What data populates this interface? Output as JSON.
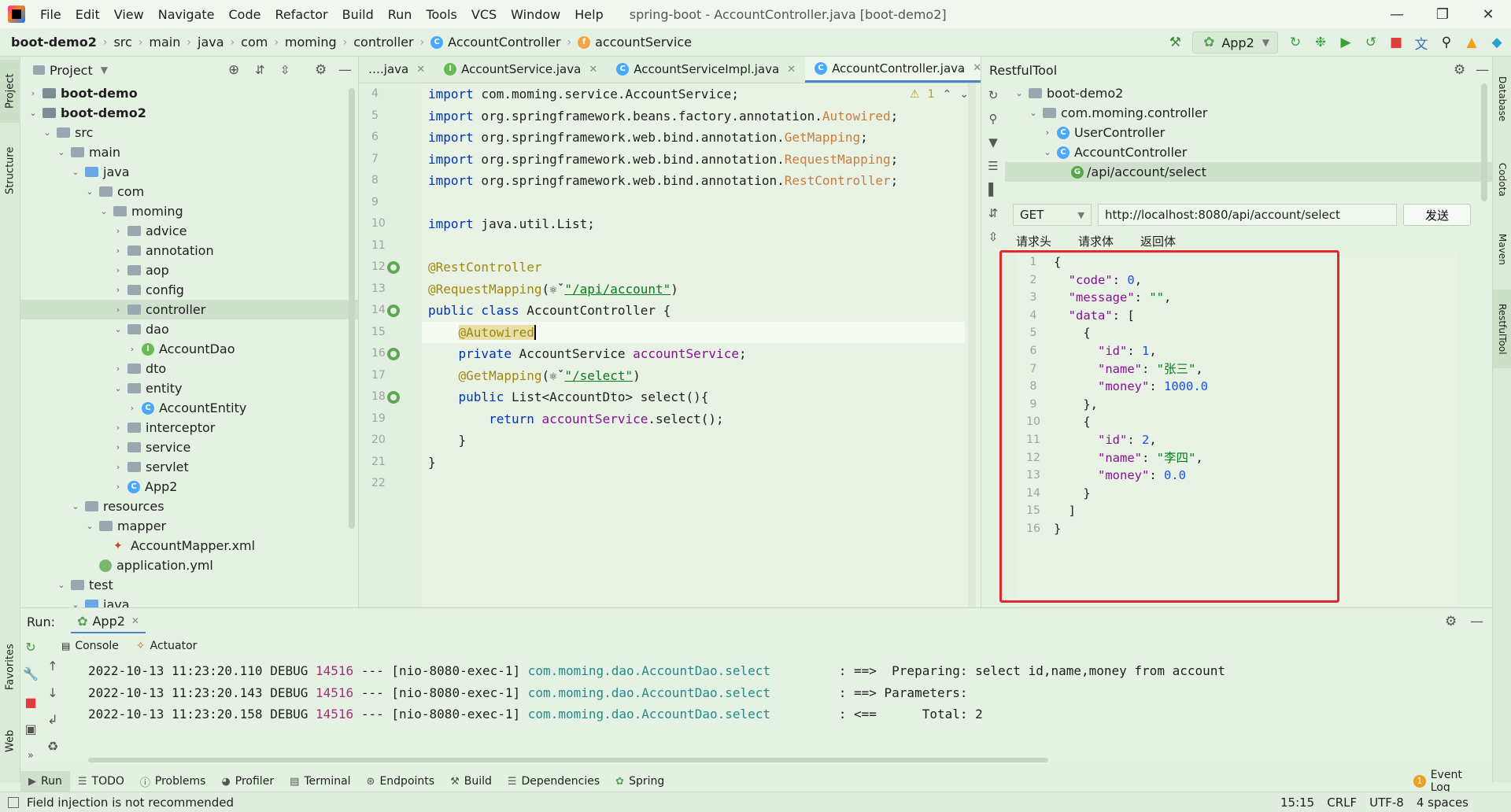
{
  "menubar": {
    "items": [
      "File",
      "Edit",
      "View",
      "Navigate",
      "Code",
      "Refactor",
      "Build",
      "Run",
      "Tools",
      "VCS",
      "Window",
      "Help"
    ],
    "title": "spring-boot - AccountController.java [boot-demo2]"
  },
  "breadcrumbs": [
    "boot-demo2",
    "src",
    "main",
    "java",
    "com",
    "moming",
    "controller",
    "AccountController",
    "accountService"
  ],
  "run_config": "App2",
  "project": {
    "title": "Project",
    "tree": [
      {
        "label": "boot-demo",
        "depth": 0,
        "arrow": "›",
        "icon": "module",
        "bold": true
      },
      {
        "label": "boot-demo2",
        "depth": 0,
        "arrow": "⌄",
        "icon": "module",
        "bold": true
      },
      {
        "label": "src",
        "depth": 1,
        "arrow": "⌄",
        "icon": "folder"
      },
      {
        "label": "main",
        "depth": 2,
        "arrow": "⌄",
        "icon": "folder"
      },
      {
        "label": "java",
        "depth": 3,
        "arrow": "⌄",
        "icon": "blue"
      },
      {
        "label": "com",
        "depth": 4,
        "arrow": "⌄",
        "icon": "folder"
      },
      {
        "label": "moming",
        "depth": 5,
        "arrow": "⌄",
        "icon": "folder"
      },
      {
        "label": "advice",
        "depth": 6,
        "arrow": "›",
        "icon": "folder"
      },
      {
        "label": "annotation",
        "depth": 6,
        "arrow": "›",
        "icon": "folder"
      },
      {
        "label": "aop",
        "depth": 6,
        "arrow": "›",
        "icon": "folder"
      },
      {
        "label": "config",
        "depth": 6,
        "arrow": "›",
        "icon": "folder"
      },
      {
        "label": "controller",
        "depth": 6,
        "arrow": "›",
        "icon": "folder",
        "selected": true
      },
      {
        "label": "dao",
        "depth": 6,
        "arrow": "⌄",
        "icon": "folder"
      },
      {
        "label": "AccountDao",
        "depth": 7,
        "arrow": "›",
        "icon": "interface"
      },
      {
        "label": "dto",
        "depth": 6,
        "arrow": "›",
        "icon": "folder"
      },
      {
        "label": "entity",
        "depth": 6,
        "arrow": "⌄",
        "icon": "folder"
      },
      {
        "label": "AccountEntity",
        "depth": 7,
        "arrow": "›",
        "icon": "class"
      },
      {
        "label": "interceptor",
        "depth": 6,
        "arrow": "›",
        "icon": "folder"
      },
      {
        "label": "service",
        "depth": 6,
        "arrow": "›",
        "icon": "folder"
      },
      {
        "label": "servlet",
        "depth": 6,
        "arrow": "›",
        "icon": "folder"
      },
      {
        "label": "App2",
        "depth": 6,
        "arrow": "›",
        "icon": "class"
      },
      {
        "label": "resources",
        "depth": 3,
        "arrow": "⌄",
        "icon": "folder"
      },
      {
        "label": "mapper",
        "depth": 4,
        "arrow": "⌄",
        "icon": "folder"
      },
      {
        "label": "AccountMapper.xml",
        "depth": 5,
        "arrow": "",
        "icon": "xml"
      },
      {
        "label": "application.yml",
        "depth": 4,
        "arrow": "",
        "icon": "yml"
      },
      {
        "label": "test",
        "depth": 2,
        "arrow": "⌄",
        "icon": "folder"
      },
      {
        "label": "java",
        "depth": 3,
        "arrow": "⌄",
        "icon": "blue"
      }
    ]
  },
  "editor": {
    "tabs": [
      {
        "label": "java",
        "icon": "",
        "active": false
      },
      {
        "label": "AccountService.java",
        "icon": "I",
        "active": false
      },
      {
        "label": "AccountServiceImpl.java",
        "icon": "C",
        "active": false
      },
      {
        "label": "AccountController.java",
        "icon": "C",
        "active": true
      }
    ],
    "warning_count": "1",
    "line_numbers": [
      "4",
      "5",
      "6",
      "7",
      "8",
      "9",
      "10",
      "11",
      "12",
      "13",
      "14",
      "15",
      "16",
      "17",
      "18",
      "19",
      "20",
      "21",
      "22"
    ]
  },
  "restful": {
    "title": "RestfulTool",
    "tree": [
      {
        "label": "boot-demo2",
        "depth": 0,
        "arrow": "⌄",
        "icon": "folder"
      },
      {
        "label": "com.moming.controller",
        "depth": 1,
        "arrow": "⌄",
        "icon": "folder"
      },
      {
        "label": "UserController",
        "depth": 2,
        "arrow": "›",
        "icon": "class"
      },
      {
        "label": "AccountController",
        "depth": 2,
        "arrow": "⌄",
        "icon": "class"
      },
      {
        "label": "/api/account/select",
        "depth": 3,
        "arrow": "",
        "icon": "get",
        "selected": true
      }
    ],
    "method": "GET",
    "url": "http://localhost:8080/api/account/select",
    "send_label": "发送",
    "response_tabs": [
      "请求头",
      "请求体",
      "返回体"
    ],
    "response_line_numbers": [
      "1",
      "2",
      "3",
      "4",
      "5",
      "6",
      "7",
      "8",
      "9",
      "10",
      "11",
      "12",
      "13",
      "14",
      "15",
      "16"
    ]
  },
  "run": {
    "label": "Run:",
    "config": "App2",
    "tabs": [
      "Console",
      "Actuator"
    ],
    "logs": [
      {
        "time": "2022-10-13 11:23:20.110",
        "level": "DEBUG",
        "pid": "14516",
        "sep": "---",
        "thread": "[nio-8080-exec-1]",
        "logger": "com.moming.dao.AccountDao.select",
        "msg": ": ==>  Preparing: select id,name,money from account"
      },
      {
        "time": "2022-10-13 11:23:20.143",
        "level": "DEBUG",
        "pid": "14516",
        "sep": "---",
        "thread": "[nio-8080-exec-1]",
        "logger": "com.moming.dao.AccountDao.select",
        "msg": ": ==> Parameters: "
      },
      {
        "time": "2022-10-13 11:23:20.158",
        "level": "DEBUG",
        "pid": "14516",
        "sep": "---",
        "thread": "[nio-8080-exec-1]",
        "logger": "com.moming.dao.AccountDao.select",
        "msg": ": <==      Total: 2"
      }
    ]
  },
  "bottom_tabs": [
    "Run",
    "TODO",
    "Problems",
    "Profiler",
    "Terminal",
    "Endpoints",
    "Build",
    "Dependencies",
    "Spring"
  ],
  "event_log": "Event Log",
  "event_count": "1",
  "status": {
    "message": "Field injection is not recommended",
    "position": "15:15",
    "line_sep": "CRLF",
    "encoding": "UTF-8",
    "indent": "4 spaces"
  },
  "left_stripe": [
    "Project",
    "Structure",
    "Favorites",
    "Web"
  ],
  "right_stripe": [
    "Database",
    "Codota",
    "Maven",
    "RestfulTool"
  ]
}
